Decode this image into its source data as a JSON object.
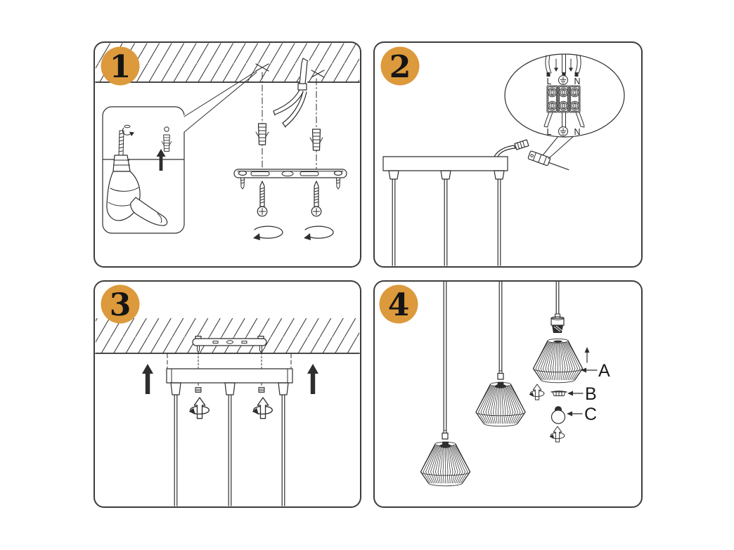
{
  "colors": {
    "background": "#ffffff",
    "panel_border": "#3d3d3d",
    "line_art": "#2e2e2e",
    "badge_fill": "#dc9a3c",
    "badge_number": "#151515"
  },
  "steps": [
    {
      "number": "1",
      "name": "drill-holes-insert-anchors-fix-mounting-bracket"
    },
    {
      "number": "2",
      "name": "connect-mains-wires-to-terminal-block"
    },
    {
      "number": "3",
      "name": "lift-canopy-onto-bracket-and-tighten"
    },
    {
      "number": "4",
      "name": "fit-shade-ring-and-bulb-to-pendants"
    }
  ],
  "wiring_labels": {
    "top": {
      "live": "L",
      "neutral": "N"
    },
    "bottom": {
      "live": "L",
      "neutral": "N"
    },
    "earth_icon": "earth-ground-icon"
  },
  "part_labels": {
    "shade": "A",
    "shade_ring": "B",
    "bulb": "C"
  }
}
